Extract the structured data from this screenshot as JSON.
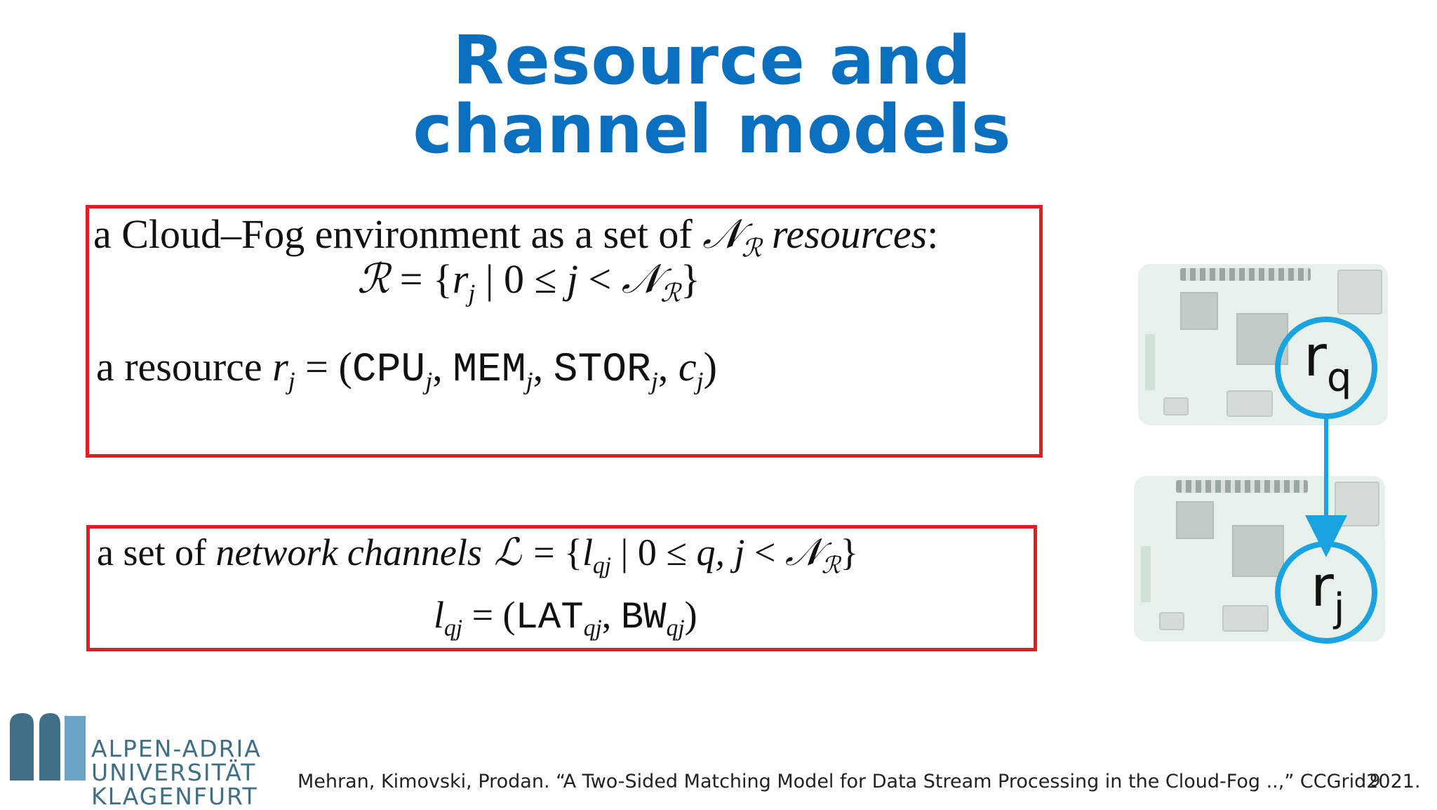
{
  "slide": {
    "title_line1": "Resource and",
    "title_line2": "channel models",
    "page_number": "9"
  },
  "box1": {
    "line1": {
      "pre": "a Cloud–Fog environment as a set of ",
      "N": "𝒩",
      "sub_R": "ℛ",
      "italic": " resources",
      "post": ":"
    },
    "line2": {
      "lhs": "ℛ",
      "eq": " = {",
      "r": "r",
      "j": "j",
      "mid": " | 0 ≤ ",
      "jj": "j",
      "lt": " < ",
      "N": "𝒩",
      "sub_R": "ℛ",
      "close": "}"
    },
    "line3": {
      "pre": "a resource ",
      "r": "r",
      "j": "j",
      "eq": " = (",
      "cpu": "CPU",
      "mem": "MEM",
      "stor": "STOR",
      "c": "c",
      "comma": ", ",
      "close": ")"
    }
  },
  "box2": {
    "line1": {
      "pre": "a set of ",
      "italic": "network channels",
      "L": " ℒ ",
      "eq": "= {",
      "l": "l",
      "qj": "qj",
      "mid": " | 0 ≤ ",
      "qj2": "q, j",
      "lt": " < ",
      "N": "𝒩",
      "sub_R": "ℛ",
      "close": "}"
    },
    "line2": {
      "l": "l",
      "qj": "qj",
      "eq": " = (",
      "lat": "LAT",
      "bw": "BW",
      "comma": ", ",
      "close": ")"
    }
  },
  "diagram": {
    "node_top": {
      "letter": "r",
      "sub": "q"
    },
    "node_bottom": {
      "letter": "r",
      "sub": "j"
    },
    "colors": {
      "node_stroke": "#1aa3e0",
      "arrow": "#1aa3e0"
    }
  },
  "footer": {
    "citation": "Mehran, Kimovski, Prodan. “A Two-Sided Matching Model for Data Stream Processing in the Cloud-Fog ..,” CCGrid2021."
  },
  "logo": {
    "line1": "ALPEN-ADRIA",
    "line2": "UNIVERSITÄT",
    "line3": "KLAGENFURT",
    "colors": {
      "dark": "#3f6f84",
      "light": "#6aa3c4"
    }
  },
  "colors": {
    "title": "#0b6fbf",
    "box_border": "#e41c23"
  }
}
